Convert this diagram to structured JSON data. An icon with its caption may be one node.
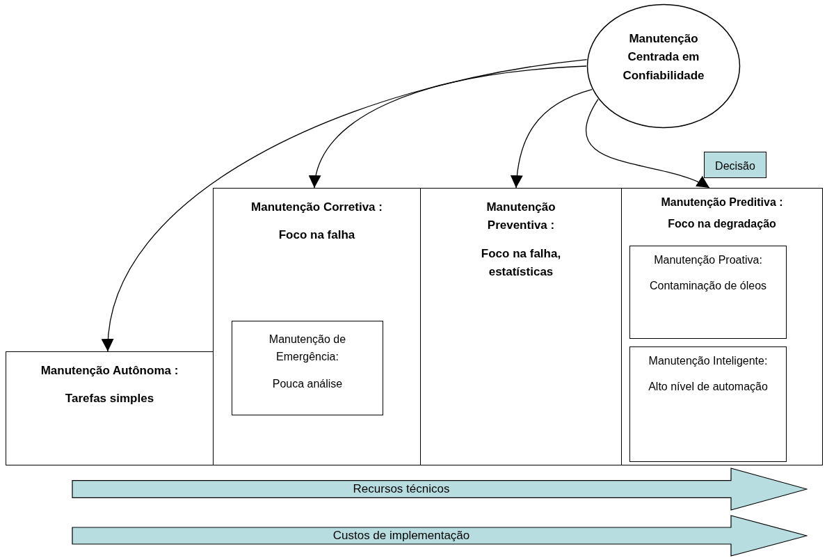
{
  "diagram": {
    "nodes": [
      {
        "text": [
          "Manutenção Centrada em Confiabilidade"
        ]
      },
      {
        "text": [
          "Decisão"
        ]
      },
      {
        "text": [
          "Manutenção Autônoma :",
          "Tarefas simples"
        ]
      },
      {
        "text": [
          "Manutenção Corretiva :",
          "Foco na falha"
        ]
      },
      {
        "text": [
          "Manutenção de Emergência:",
          "Pouca análise"
        ],
        "in": 3
      },
      {
        "text": [
          "Manutenção Preventiva :",
          "Foco na falha, estatísticas"
        ]
      },
      {
        "text": [
          "Manutenção Preditiva :",
          "Foco na degradação"
        ]
      },
      {
        "text": [
          "Manutenção Proativa:",
          "Contaminação de óleos"
        ],
        "in": 6
      },
      {
        "text": [
          "Manutenção Inteligente:",
          "Alto nível de automação"
        ],
        "in": 6
      },
      {
        "text": [
          "Recursos técnicos"
        ]
      },
      {
        "text": [
          "Custos de implementação"
        ]
      }
    ],
    "edges": [
      {
        "from": 0,
        "to": 2,
        "arrow": "to"
      },
      {
        "from": 0,
        "to": 3,
        "arrow": "to"
      },
      {
        "from": 0,
        "to": 5,
        "arrow": "to"
      },
      {
        "from": 0,
        "to": 6,
        "arrow": "to"
      }
    ]
  }
}
